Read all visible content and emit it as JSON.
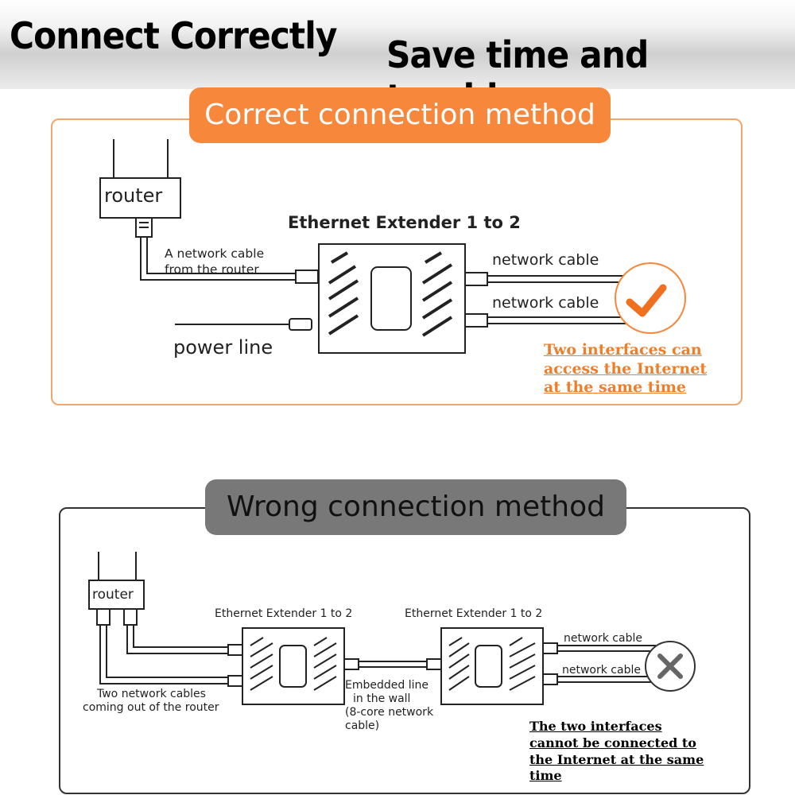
{
  "banner": {
    "left_title": "Connect Correctly",
    "right_title": "Save time and trouble"
  },
  "correct": {
    "title": "Correct connection method",
    "router_label": "router",
    "device_label": "Ethernet Extender 1 to 2",
    "input_cable_line1": "A network cable",
    "input_cable_line2": "from the router",
    "output_cable_1": "network cable",
    "output_cable_2": "network cable",
    "power_label": "power line",
    "note_lines": [
      "Two interfaces can",
      "access the Internet",
      "at the same time"
    ],
    "accent_color": "#f7873a",
    "status_icon": "checkmark-icon"
  },
  "wrong": {
    "title": "Wrong connection method",
    "router_label": "router",
    "device_1_label": "Ethernet Extender 1 to 2",
    "device_2_label": "Ethernet Extender 1 to 2",
    "router_cables_line1": "Two network cables",
    "router_cables_line2": "coming out of the router",
    "wall_line_lines": [
      "Embedded line",
      "in the wall",
      "(8-core network",
      "cable)"
    ],
    "output_cable_1": "network cable",
    "output_cable_2": "network cable",
    "note_lines": [
      "The two interfaces",
      "cannot be connected to",
      "the Internet at the same",
      "time"
    ],
    "accent_color": "#787878",
    "status_icon": "cross-icon"
  }
}
